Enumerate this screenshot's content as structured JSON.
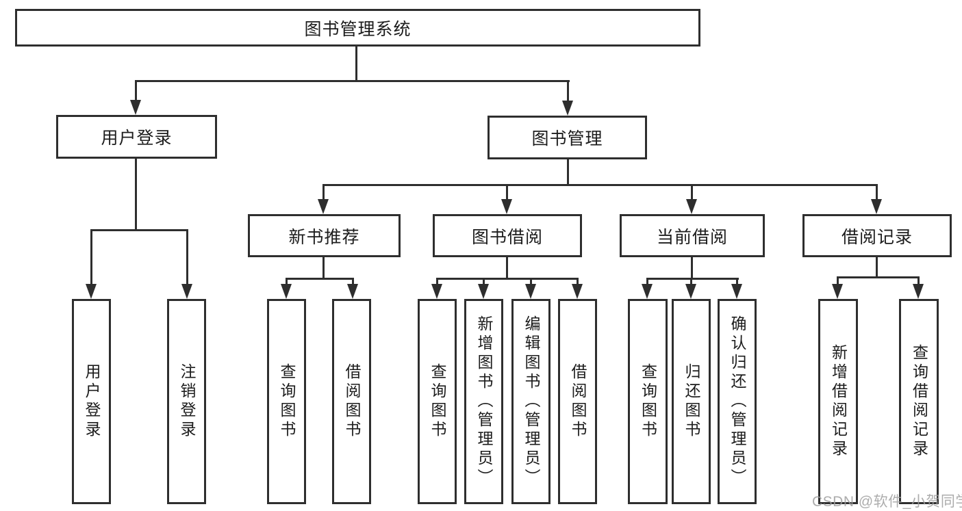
{
  "diagram": {
    "root_label": "图书管理系统",
    "branches": {
      "user_login": {
        "label": "用户登录",
        "children": [
          "用户登录",
          "注销登录"
        ]
      },
      "book_management": {
        "label": "图书管理",
        "sections": {
          "new_book_recommend": {
            "label": "新书推荐",
            "children": [
              "查询图书",
              "借阅图书"
            ]
          },
          "book_borrowing": {
            "label": "图书借阅",
            "children": [
              "查询图书",
              "新增图书（管理员）",
              "编辑图书（管理员）",
              "借阅图书"
            ]
          },
          "current_borrowing": {
            "label": "当前借阅",
            "children": [
              "查询图书",
              "归还图书",
              "确认归还（管理员）"
            ]
          },
          "borrowing_records": {
            "label": "借阅记录",
            "children": [
              "新增借阅记录",
              "查询借阅记录"
            ]
          }
        }
      }
    }
  },
  "watermark": {
    "text": "CSDN @软件_小贺同学"
  },
  "colors": {
    "line": "#2e2e2e",
    "text": "#1c1c1c",
    "watermark": "#9e9e9e",
    "background": "#ffffff"
  }
}
